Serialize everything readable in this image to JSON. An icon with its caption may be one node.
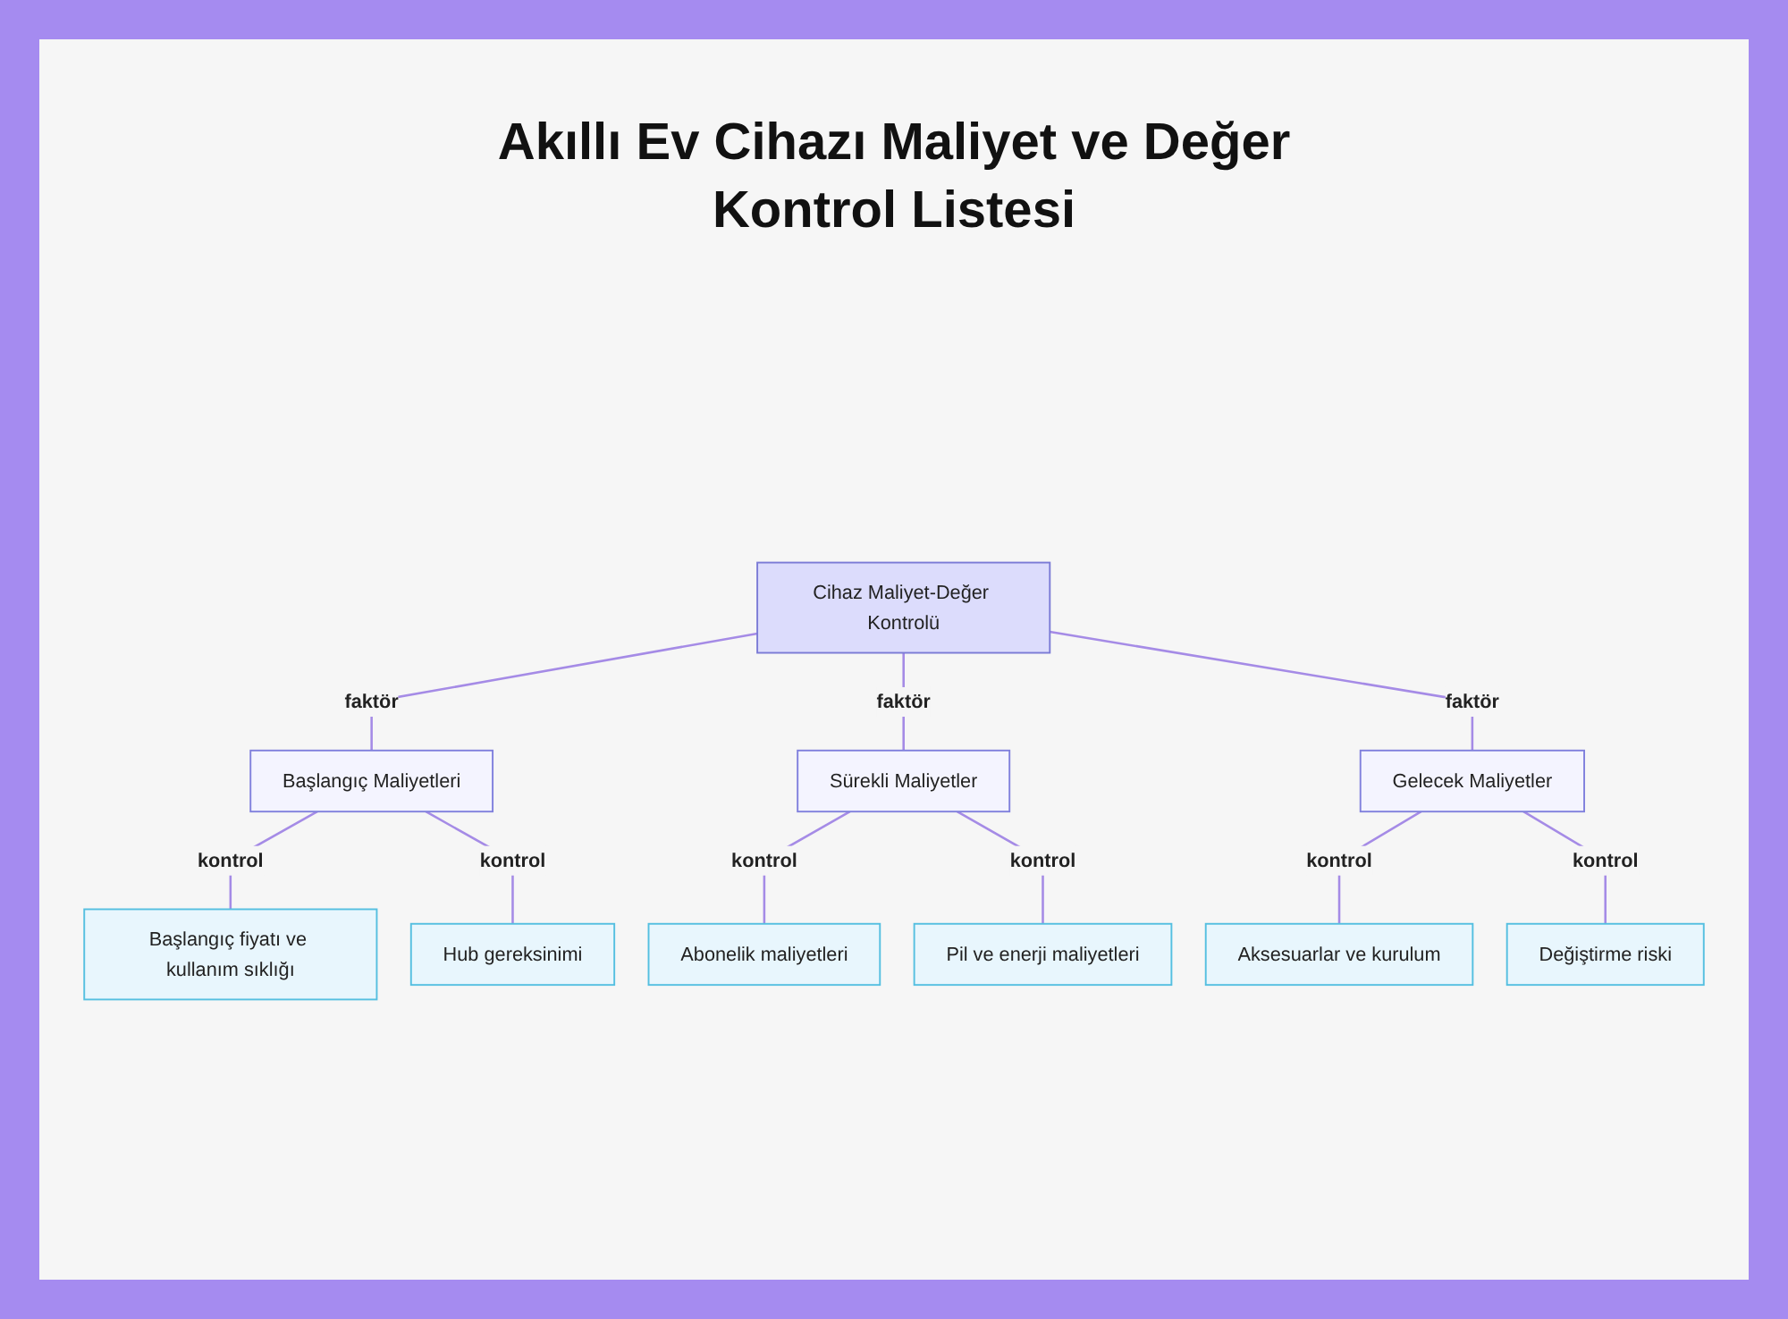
{
  "diagram": {
    "title": "Akıllı Ev Cihazı Maliyet ve Değer Kontrol Listesi",
    "nodes": [
      {
        "text": [
          "Cihaz Maliyet-Değer Kontrolü"
        ]
      },
      {
        "text": [
          "Başlangıç Maliyetleri"
        ]
      },
      {
        "text": [
          "Sürekli Maliyetler"
        ]
      },
      {
        "text": [
          "Gelecek Maliyetler"
        ]
      },
      {
        "text": [
          "Başlangıç fiyatı ve kullanım sıklığı"
        ]
      },
      {
        "text": [
          "Hub gereksinimi"
        ]
      },
      {
        "text": [
          "Abonelik maliyetleri"
        ]
      },
      {
        "text": [
          "Pil ve enerji maliyetleri"
        ]
      },
      {
        "text": [
          "Aksesuarlar ve kurulum"
        ]
      },
      {
        "text": [
          "Değiştirme riski"
        ]
      }
    ],
    "edges": [
      {
        "from": 0,
        "to": 1,
        "arrow": "none",
        "label": "faktör"
      },
      {
        "from": 0,
        "to": 2,
        "arrow": "none",
        "label": "faktör"
      },
      {
        "from": 0,
        "to": 3,
        "arrow": "none",
        "label": "faktör"
      },
      {
        "from": 1,
        "to": 4,
        "arrow": "none",
        "label": "kontrol"
      },
      {
        "from": 1,
        "to": 5,
        "arrow": "none",
        "label": "kontrol"
      },
      {
        "from": 2,
        "to": 6,
        "arrow": "none",
        "label": "kontrol"
      },
      {
        "from": 2,
        "to": 7,
        "arrow": "none",
        "label": "kontrol"
      },
      {
        "from": 3,
        "to": 8,
        "arrow": "none",
        "label": "kontrol"
      },
      {
        "from": 3,
        "to": 9,
        "arrow": "none",
        "label": "kontrol"
      }
    ]
  }
}
